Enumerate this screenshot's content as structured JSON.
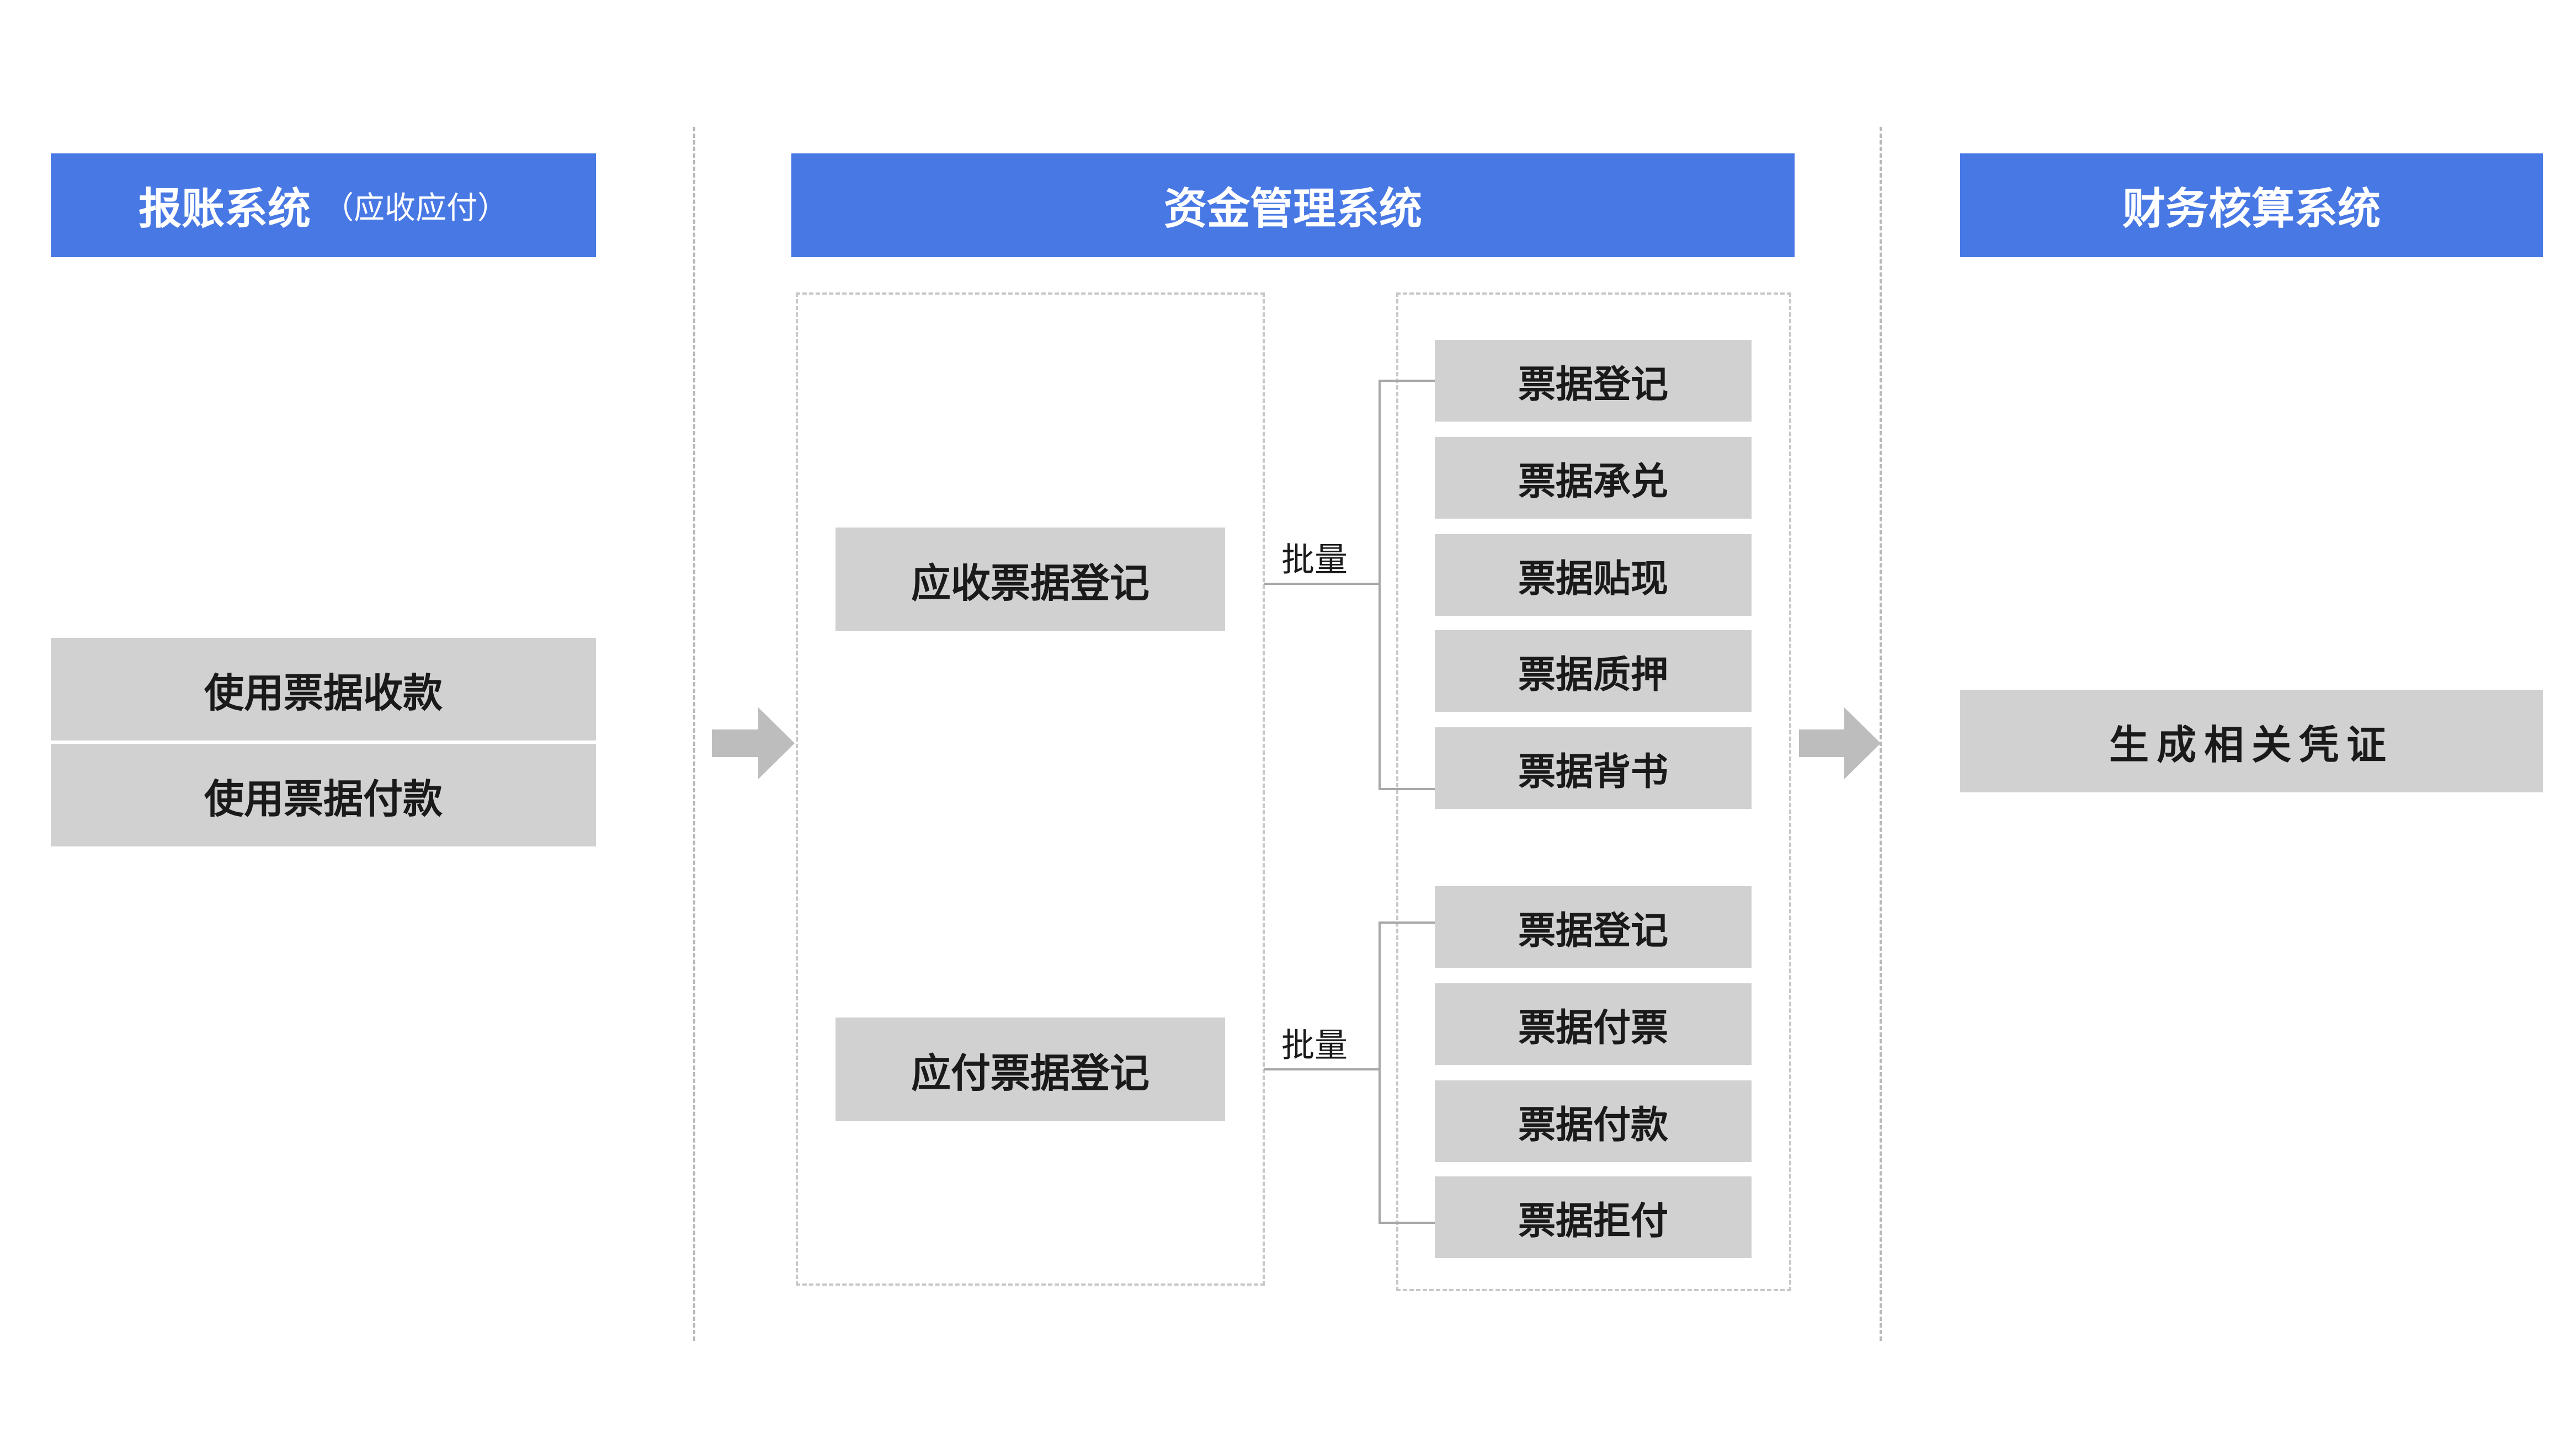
{
  "columns": {
    "reimburse": {
      "title": "报账系统",
      "subtitle": "（应收应付）"
    },
    "funds": {
      "title": "资金管理系统"
    },
    "accounting": {
      "title": "财务核算系统"
    }
  },
  "reimburse_items": [
    "使用票据收款",
    "使用票据付款"
  ],
  "funds": {
    "receivable_register": "应收票据登记",
    "payable_register": "应付票据登记",
    "batch_label": "批量",
    "receivable_ops": [
      "票据登记",
      "票据承兑",
      "票据贴现",
      "票据质押",
      "票据背书"
    ],
    "payable_ops": [
      "票据登记",
      "票据付票",
      "票据付款",
      "票据拒付"
    ]
  },
  "accounting_items": [
    "生成相关凭证"
  ],
  "colors": {
    "header_bg": "#4878e4",
    "box_bg": "#d1d1d1",
    "arrow": "#bdbdbd"
  }
}
